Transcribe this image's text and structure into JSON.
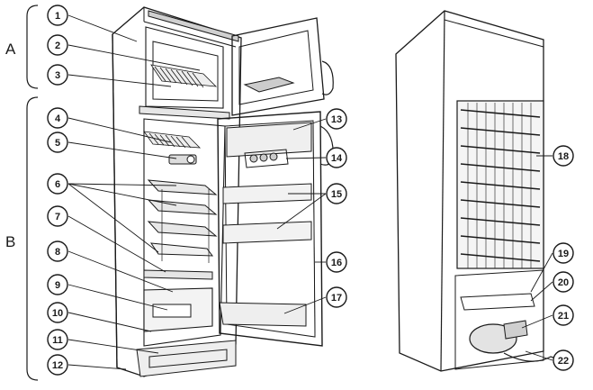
{
  "sections": [
    {
      "label": "A"
    },
    {
      "label": "B"
    }
  ],
  "callouts": [
    {
      "number": "1"
    },
    {
      "number": "2"
    },
    {
      "number": "3"
    },
    {
      "number": "4"
    },
    {
      "number": "5"
    },
    {
      "number": "6"
    },
    {
      "number": "7"
    },
    {
      "number": "8"
    },
    {
      "number": "9"
    },
    {
      "number": "10"
    },
    {
      "number": "11"
    },
    {
      "number": "12"
    },
    {
      "number": "13"
    },
    {
      "number": "14"
    },
    {
      "number": "15"
    },
    {
      "number": "16"
    },
    {
      "number": "17"
    },
    {
      "number": "18"
    },
    {
      "number": "19"
    },
    {
      "number": "20"
    },
    {
      "number": "21"
    },
    {
      "number": "22"
    }
  ]
}
